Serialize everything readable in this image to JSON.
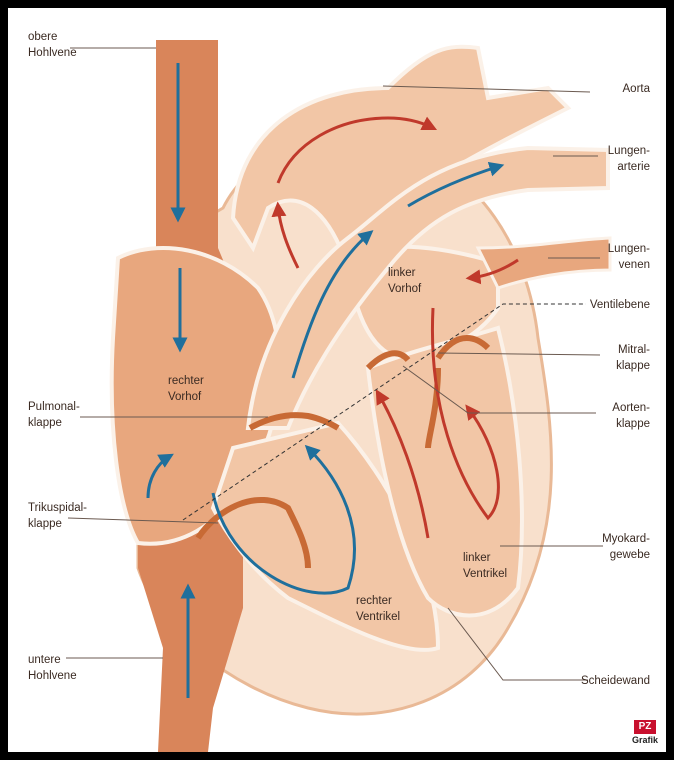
{
  "labels": {
    "obere_hohlvene_1": "obere",
    "obere_hohlvene_2": "Hohlvene",
    "aorta": "Aorta",
    "lungenarterie_1": "Lungen-",
    "lungenarterie_2": "arterie",
    "lungenvenen_1": "Lungen-",
    "lungenvenen_2": "venen",
    "ventilebene": "Ventilebene",
    "mitralklappe_1": "Mitral-",
    "mitralklappe_2": "klappe",
    "aortenklappe_1": "Aorten-",
    "aortenklappe_2": "klappe",
    "pulmonalklappe_1": "Pulmonal-",
    "pulmonalklappe_2": "klappe",
    "trikuspidalklappe_1": "Trikuspidal-",
    "trikuspidalklappe_2": "klappe",
    "myokardgewebe_1": "Myokard-",
    "myokardgewebe_2": "gewebe",
    "untere_hohlvene_1": "untere",
    "untere_hohlvene_2": "Hohlvene",
    "scheidewand": "Scheidewand",
    "rechter_vorhof_1": "rechter",
    "rechter_vorhof_2": "Vorhof",
    "linker_vorhof_1": "linker",
    "linker_vorhof_2": "Vorhof",
    "linker_ventrikel_1": "linker",
    "linker_ventrikel_2": "Ventrikel",
    "rechter_ventrikel_1": "rechter",
    "rechter_ventrikel_2": "Ventrikel"
  },
  "logo": {
    "badge": "PZ",
    "sub": "Grafik"
  },
  "colors": {
    "vein_dark": "#d9855a",
    "tissue": "#f2c6a6",
    "tissue_light": "#f8e0cc",
    "wall_white": "#fbf1e8",
    "valve_dark": "#c86a35",
    "arrow_blue": "#1f6f9c",
    "arrow_red": "#c0392b"
  }
}
